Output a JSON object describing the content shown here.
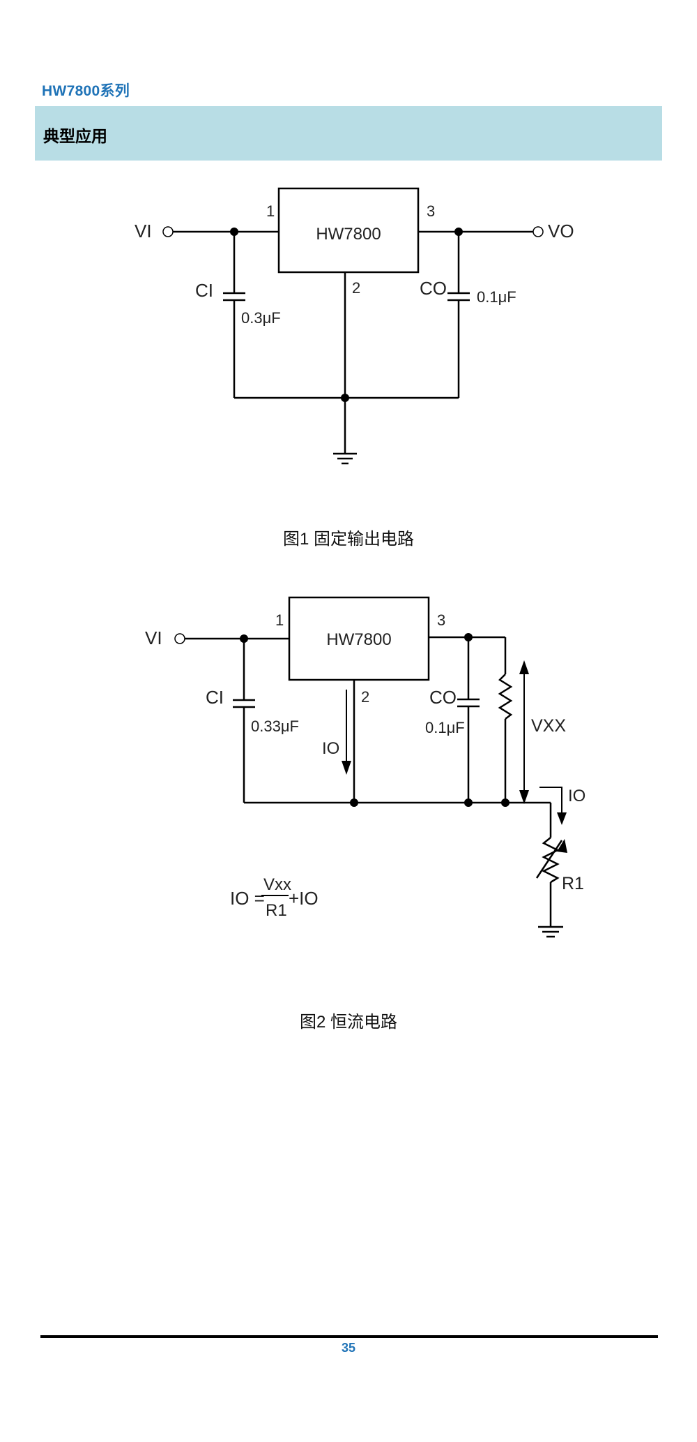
{
  "header": {
    "series_title": "HW7800系列"
  },
  "section": {
    "title": "典型应用"
  },
  "figure1": {
    "chip_label": "HW7800",
    "pin1": "1",
    "pin2": "2",
    "pin3": "3",
    "vin": "VI",
    "vout": "VO",
    "cin": "CI",
    "cin_value": "0.3μF",
    "cout": "CO",
    "cout_value": "0.1μF",
    "caption": "图1 固定输出电路"
  },
  "figure2": {
    "chip_label": "HW7800",
    "pin1": "1",
    "pin2": "2",
    "pin3": "3",
    "vin": "VI",
    "cin": "CI",
    "cin_value": "0.33μF",
    "cout": "CO",
    "cout_value": "0.1μF",
    "iq": "IO",
    "vxx": "VXX",
    "io": "IO",
    "r1": "R1",
    "formula_lhs": "IO =",
    "formula_num": "Vxx",
    "formula_den": "R1",
    "formula_rhs": "+IO",
    "caption": "图2 恒流电路"
  },
  "footer": {
    "page_number": "35"
  }
}
